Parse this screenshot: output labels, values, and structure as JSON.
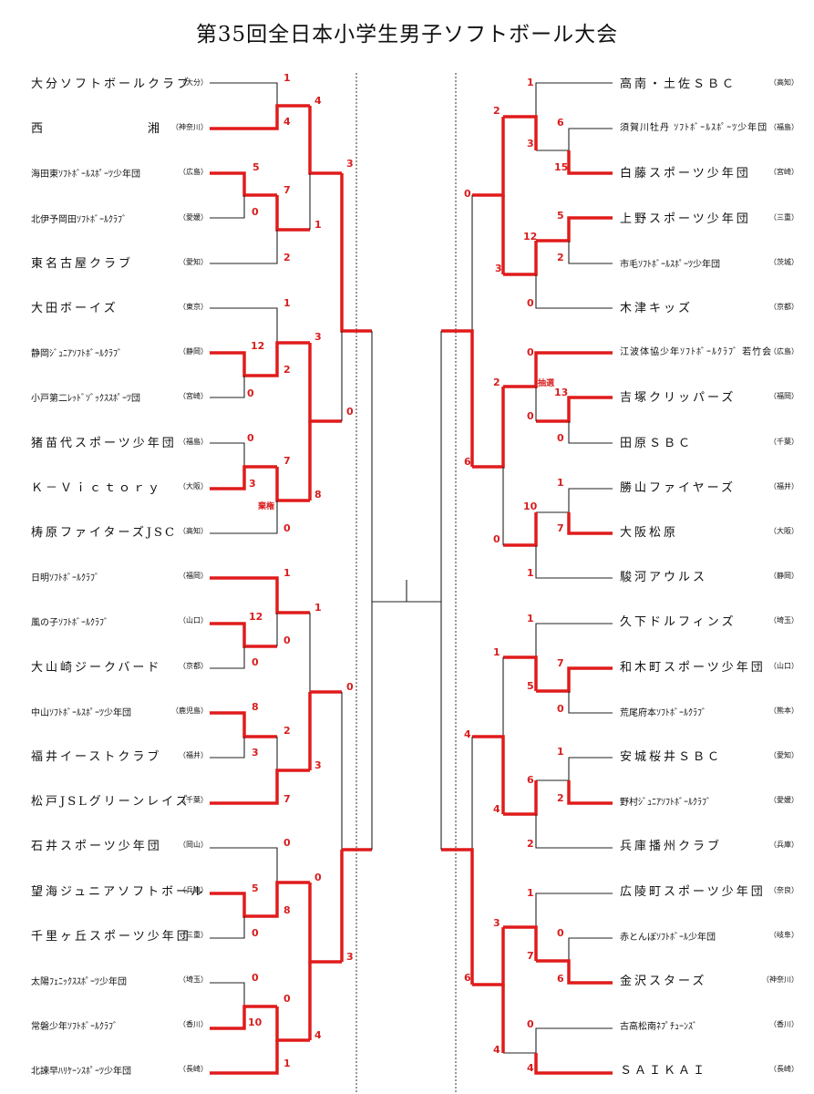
{
  "title": "第35回全日本小学生男子ソフトボール大会",
  "left_teams": [
    {
      "name": "大分ソフトボールクラブ",
      "pref": "（大分）"
    },
    {
      "name": "西　　　　　　　湘",
      "pref": "（神奈川）"
    },
    {
      "name": "海田東ｿﾌﾄﾎﾞｰﾙｽﾎﾟｰﾂ少年団",
      "pref": "（広島）"
    },
    {
      "name": "北伊予岡田ｿﾌﾄﾎﾞｰﾙｸﾗﾌﾞ",
      "pref": "（愛媛）"
    },
    {
      "name": "東名古屋クラブ",
      "pref": "（愛知）"
    },
    {
      "name": "大田ボーイズ",
      "pref": "（東京）"
    },
    {
      "name": "静岡ｼﾞｭﾆｱｿﾌﾄﾎﾞｰﾙｸﾗﾌﾞ",
      "pref": "（静岡）"
    },
    {
      "name": "小戸第二ﾚｯﾄﾞｿﾞｯｸｽｽﾎﾟｰﾂ団",
      "pref": "（宮崎）"
    },
    {
      "name": "猪苗代スポーツ少年団",
      "pref": "（福島）"
    },
    {
      "name": "Ｋ－Ｖｉｃｔｏｒｙ",
      "pref": "（大阪）"
    },
    {
      "name": "梼原ファイターズJSC",
      "pref": "（高知）"
    },
    {
      "name": "日明ｿﾌﾄﾎﾞｰﾙｸﾗﾌﾞ",
      "pref": "（福岡）"
    },
    {
      "name": "風の子ｿﾌﾄﾎﾞｰﾙｸﾗﾌﾞ",
      "pref": "（山口）"
    },
    {
      "name": "大山崎ジークバード",
      "pref": "（京都）"
    },
    {
      "name": "中山ｿﾌﾄﾎﾞｰﾙｽﾎﾟｰﾂ少年団",
      "pref": "（鹿児島）"
    },
    {
      "name": "福井イーストクラブ",
      "pref": "（福井）"
    },
    {
      "name": "松戸JSLグリーンレイズ",
      "pref": "（千葉）"
    },
    {
      "name": "石井スポーツ少年団",
      "pref": "（岡山）"
    },
    {
      "name": "望海ジュニアソフトボール",
      "pref": "（兵庫）"
    },
    {
      "name": "千里ヶ丘スポーツ少年団",
      "pref": "（三重）"
    },
    {
      "name": "太陽ﾌｪﾆｯｸｽｽﾎﾟｰﾂ少年団",
      "pref": "（埼玉）"
    },
    {
      "name": "常磐少年ｿﾌﾄﾎﾞｰﾙｸﾗﾌﾞ",
      "pref": "（香川）"
    },
    {
      "name": "北諫早ﾊﾘｹｰﾝｽﾎﾟｰﾂ少年団",
      "pref": "（長崎）"
    }
  ],
  "right_teams": [
    {
      "name": "高南・土佐ＳＢＣ",
      "pref": "（高知）"
    },
    {
      "name": "須賀川牡丹 ｿﾌﾄﾎﾞｰﾙｽﾎﾟｰﾂ少年団",
      "pref": "（福島）"
    },
    {
      "name": "白藤スポーツ少年団",
      "pref": "（宮崎）"
    },
    {
      "name": "上野スポーツ少年団",
      "pref": "（三重）"
    },
    {
      "name": "市毛ｿﾌﾄﾎﾞｰﾙｽﾎﾟｰﾂ少年団",
      "pref": "（茨城）"
    },
    {
      "name": "木津キッズ",
      "pref": "（京都）"
    },
    {
      "name": "江波体協少年ｿﾌﾄﾎﾞｰﾙｸﾗﾌﾞ 若竹会",
      "pref": "（広島）"
    },
    {
      "name": "吉塚クリッパーズ",
      "pref": "（福岡）"
    },
    {
      "name": "田原ＳＢＣ",
      "pref": "（千葉）"
    },
    {
      "name": "勝山ファイヤーズ",
      "pref": "（福井）"
    },
    {
      "name": "大阪松原",
      "pref": "（大阪）"
    },
    {
      "name": "駿河アウルス",
      "pref": "（静岡）"
    },
    {
      "name": "久下ドルフィンズ",
      "pref": "（埼玉）"
    },
    {
      "name": "和木町スポーツ少年団",
      "pref": "（山口）"
    },
    {
      "name": "荒尾府本ｿﾌﾄﾎﾞｰﾙｸﾗﾌﾞ",
      "pref": "（熊本）"
    },
    {
      "name": "安城桜井ＳＢＣ",
      "pref": "（愛知）"
    },
    {
      "name": "野村ｼﾞｭﾆｱｿﾌﾄﾎﾞｰﾙｸﾗﾌﾞ",
      "pref": "（愛媛）"
    },
    {
      "name": "兵庫播州クラブ",
      "pref": "（兵庫）"
    },
    {
      "name": "広陵町スポーツ少年団",
      "pref": "（奈良）"
    },
    {
      "name": "赤とんぼｿﾌﾄﾎﾞｰﾙ少年団",
      "pref": "（岐阜）"
    },
    {
      "name": "金沢スターズ",
      "pref": "（神奈川）"
    },
    {
      "name": "古高松南ﾈﾌﾟﾁｭｰﾝｽﾞ",
      "pref": "（香川）"
    },
    {
      "name": "ＳＡＩＫＡＩ",
      "pref": "（長崎）"
    }
  ],
  "scores": {
    "l1": "1",
    "l2": "4",
    "l2b": "4",
    "l3": "3",
    "l4": "5",
    "l5": "7",
    "l6": "0",
    "l7": "1",
    "l8": "2",
    "l9": "1",
    "l10": "12",
    "l11": "3",
    "l12": "2",
    "l13": "0",
    "l14": "0",
    "l15": "0",
    "l16": "7",
    "l17": "3",
    "l18": "8",
    "l19": "0",
    "l20": "1",
    "l21": "12",
    "l22": "1",
    "l23": "0",
    "l24": "0",
    "l25": "8",
    "l26": "2",
    "l27": "3",
    "l28": "3",
    "l29": "7",
    "l30": "0",
    "l31": "0",
    "l32": "5",
    "l33": "0",
    "l34": "8",
    "l35": "0",
    "l36": "0",
    "l37": "0",
    "l38": "10",
    "l39": "3",
    "l40": "4",
    "l41": "1",
    "r1": "1",
    "r2": "2",
    "r3": "6",
    "r4": "3",
    "r5": "15",
    "r6": "0",
    "r7": "5",
    "r8": "12",
    "r9": "2",
    "r10": "3",
    "r11": "0",
    "r12": "0",
    "r13": "2",
    "r14": "13",
    "r15": "0",
    "r16": "0",
    "r17": "6",
    "r18": "1",
    "r19": "10",
    "r20": "7",
    "r21": "0",
    "r22": "1",
    "r23": "1",
    "r24": "1",
    "r25": "7",
    "r26": "5",
    "r27": "0",
    "r28": "4",
    "r29": "1",
    "r30": "6",
    "r31": "2",
    "r32": "4",
    "r33": "2",
    "r34": "1",
    "r35": "3",
    "r36": "0",
    "r37": "7",
    "r38": "6",
    "r39": "6",
    "r40": "0",
    "r41": "4",
    "r42": "4"
  },
  "notes": {
    "kiken": "棄権",
    "chusen": "抽選"
  }
}
